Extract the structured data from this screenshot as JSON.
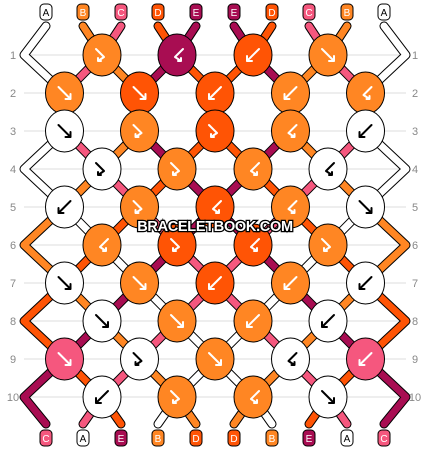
{
  "watermark": "BRACELETBOOK.COM",
  "colors": {
    "A": "#ffffff",
    "B": "#ff8623",
    "C": "#f5577e",
    "D": "#ff5405",
    "E": "#a80d52",
    "outline": "#000000",
    "row_label": "#888888",
    "guide": "#dddddd"
  },
  "strands_top": [
    "A",
    "B",
    "C",
    "D",
    "E",
    "E",
    "D",
    "C",
    "B",
    "A"
  ],
  "strands_bottom": [
    "C",
    "A",
    "E",
    "B",
    "D",
    "D",
    "B",
    "E",
    "A",
    "C"
  ],
  "row_labels": [
    "1",
    "2",
    "3",
    "4",
    "5",
    "6",
    "7",
    "8",
    "9",
    "10"
  ],
  "knot_rows": [
    [
      {
        "c": "B",
        "a": "fb"
      },
      {
        "c": "E",
        "a": "bf"
      },
      {
        "c": "D",
        "a": "b"
      },
      {
        "c": "B",
        "a": "f"
      }
    ],
    [
      {
        "c": "B",
        "a": "f"
      },
      {
        "c": "D",
        "a": "f"
      },
      {
        "c": "D",
        "a": "b"
      },
      {
        "c": "B",
        "a": "b"
      },
      {
        "c": "B",
        "a": "bf"
      }
    ],
    [
      {
        "c": "A",
        "a": "f"
      },
      {
        "c": "B",
        "a": "fb"
      },
      {
        "c": "D",
        "a": "fb"
      },
      {
        "c": "B",
        "a": "bf"
      },
      {
        "c": "A",
        "a": "b"
      }
    ],
    [
      {
        "c": "A",
        "a": "fb"
      },
      {
        "c": "B",
        "a": "fb"
      },
      {
        "c": "B",
        "a": "bf"
      },
      {
        "c": "A",
        "a": "bf"
      }
    ],
    [
      {
        "c": "A",
        "a": "b"
      },
      {
        "c": "B",
        "a": "fb"
      },
      {
        "c": "D",
        "a": "bf"
      },
      {
        "c": "B",
        "a": "bf"
      },
      {
        "c": "A",
        "a": "f"
      }
    ],
    [
      {
        "c": "B",
        "a": "bf"
      },
      {
        "c": "D",
        "a": "fb"
      },
      {
        "c": "D",
        "a": "bf"
      },
      {
        "c": "B",
        "a": "fb"
      }
    ],
    [
      {
        "c": "A",
        "a": "f"
      },
      {
        "c": "B",
        "a": "f"
      },
      {
        "c": "D",
        "a": "b"
      },
      {
        "c": "B",
        "a": "b"
      },
      {
        "c": "A",
        "a": "b"
      }
    ],
    [
      {
        "c": "A",
        "a": "f"
      },
      {
        "c": "B",
        "a": "f"
      },
      {
        "c": "B",
        "a": "b"
      },
      {
        "c": "A",
        "a": "b"
      }
    ],
    [
      {
        "c": "C",
        "a": "f"
      },
      {
        "c": "A",
        "a": "fb"
      },
      {
        "c": "B",
        "a": "f"
      },
      {
        "c": "A",
        "a": "bf"
      },
      {
        "c": "C",
        "a": "b"
      }
    ],
    [
      {
        "c": "A",
        "a": "b"
      },
      {
        "c": "B",
        "a": "fb"
      },
      {
        "c": "B",
        "a": "bf"
      },
      {
        "c": "A",
        "a": "f"
      }
    ]
  ]
}
